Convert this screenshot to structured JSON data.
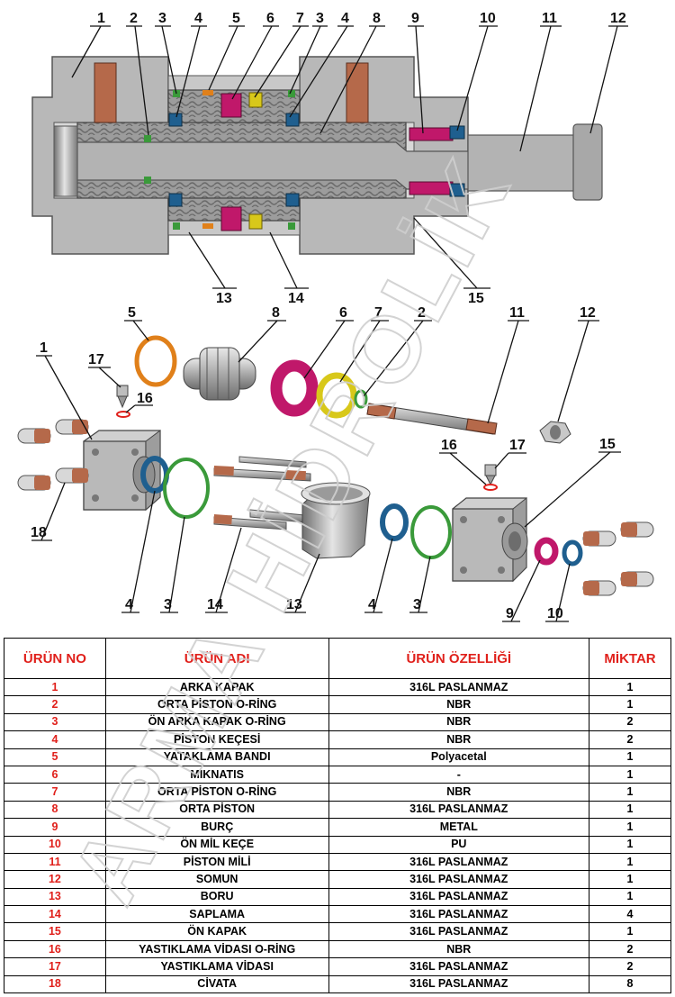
{
  "colors": {
    "header_red": "#e0201b",
    "body_gray": "#b5b5b5",
    "dark_gray": "#8a8a8a",
    "bushing_copper": "#b5694a",
    "seal_blue": "#1f5f8f",
    "seal_magenta": "#c0186a",
    "oring_green": "#3a9a3a",
    "band_orange": "#e0801a",
    "oring_yellow": "#d8c81a",
    "watermark": "#cfcfcf"
  },
  "section_callouts": [
    "1",
    "2",
    "3",
    "4",
    "5",
    "6",
    "7",
    "3",
    "4",
    "8",
    "9",
    "10",
    "11",
    "12",
    "13",
    "14",
    "15"
  ],
  "exploded_callouts": [
    "5",
    "8",
    "6",
    "7",
    "2",
    "11",
    "12",
    "1",
    "17",
    "16",
    "16",
    "17",
    "15",
    "18",
    "4",
    "3",
    "14",
    "13",
    "4",
    "3",
    "9",
    "10"
  ],
  "watermark": "ARMA HİDROLİK",
  "table": {
    "headers": [
      "ÜRÜN NO",
      "ÜRÜN ADI",
      "ÜRÜN ÖZELLİĞİ",
      "MİKTAR"
    ],
    "rows": [
      {
        "no": "1",
        "name": "ARKA KAPAK",
        "spec": "316L PASLANMAZ",
        "qty": "1"
      },
      {
        "no": "2",
        "name": "ORTA PİSTON O-RİNG",
        "spec": "NBR",
        "qty": "1"
      },
      {
        "no": "3",
        "name": "ÖN ARKA KAPAK O-RİNG",
        "spec": "NBR",
        "qty": "2"
      },
      {
        "no": "4",
        "name": "PİSTON KEÇESİ",
        "spec": "NBR",
        "qty": "2"
      },
      {
        "no": "5",
        "name": "YATAKLAMA BANDI",
        "spec": "Polyacetal",
        "qty": "1"
      },
      {
        "no": "6",
        "name": "MIKNATIS",
        "spec": "-",
        "qty": "1"
      },
      {
        "no": "7",
        "name": "ORTA PİSTON O-RİNG",
        "spec": "NBR",
        "qty": "1"
      },
      {
        "no": "8",
        "name": "ORTA PİSTON",
        "spec": "316L PASLANMAZ",
        "qty": "1"
      },
      {
        "no": "9",
        "name": "BURÇ",
        "spec": "METAL",
        "qty": "1"
      },
      {
        "no": "10",
        "name": "ÖN MİL KEÇE",
        "spec": "PU",
        "qty": "1"
      },
      {
        "no": "11",
        "name": "PİSTON MİLİ",
        "spec": "316L PASLANMAZ",
        "qty": "1"
      },
      {
        "no": "12",
        "name": "SOMUN",
        "spec": "316L PASLANMAZ",
        "qty": "1"
      },
      {
        "no": "13",
        "name": "BORU",
        "spec": "316L PASLANMAZ",
        "qty": "1"
      },
      {
        "no": "14",
        "name": "SAPLAMA",
        "spec": "316L PASLANMAZ",
        "qty": "4"
      },
      {
        "no": "15",
        "name": "ÖN KAPAK",
        "spec": "316L PASLANMAZ",
        "qty": "1"
      },
      {
        "no": "16",
        "name": "YASTIKLAMA VİDASI O-RİNG",
        "spec": "NBR",
        "qty": "2"
      },
      {
        "no": "17",
        "name": "YASTIKLAMA VİDASI",
        "spec": "316L PASLANMAZ",
        "qty": "2"
      },
      {
        "no": "18",
        "name": "CİVATA",
        "spec": "316L PASLANMAZ",
        "qty": "8"
      }
    ]
  }
}
